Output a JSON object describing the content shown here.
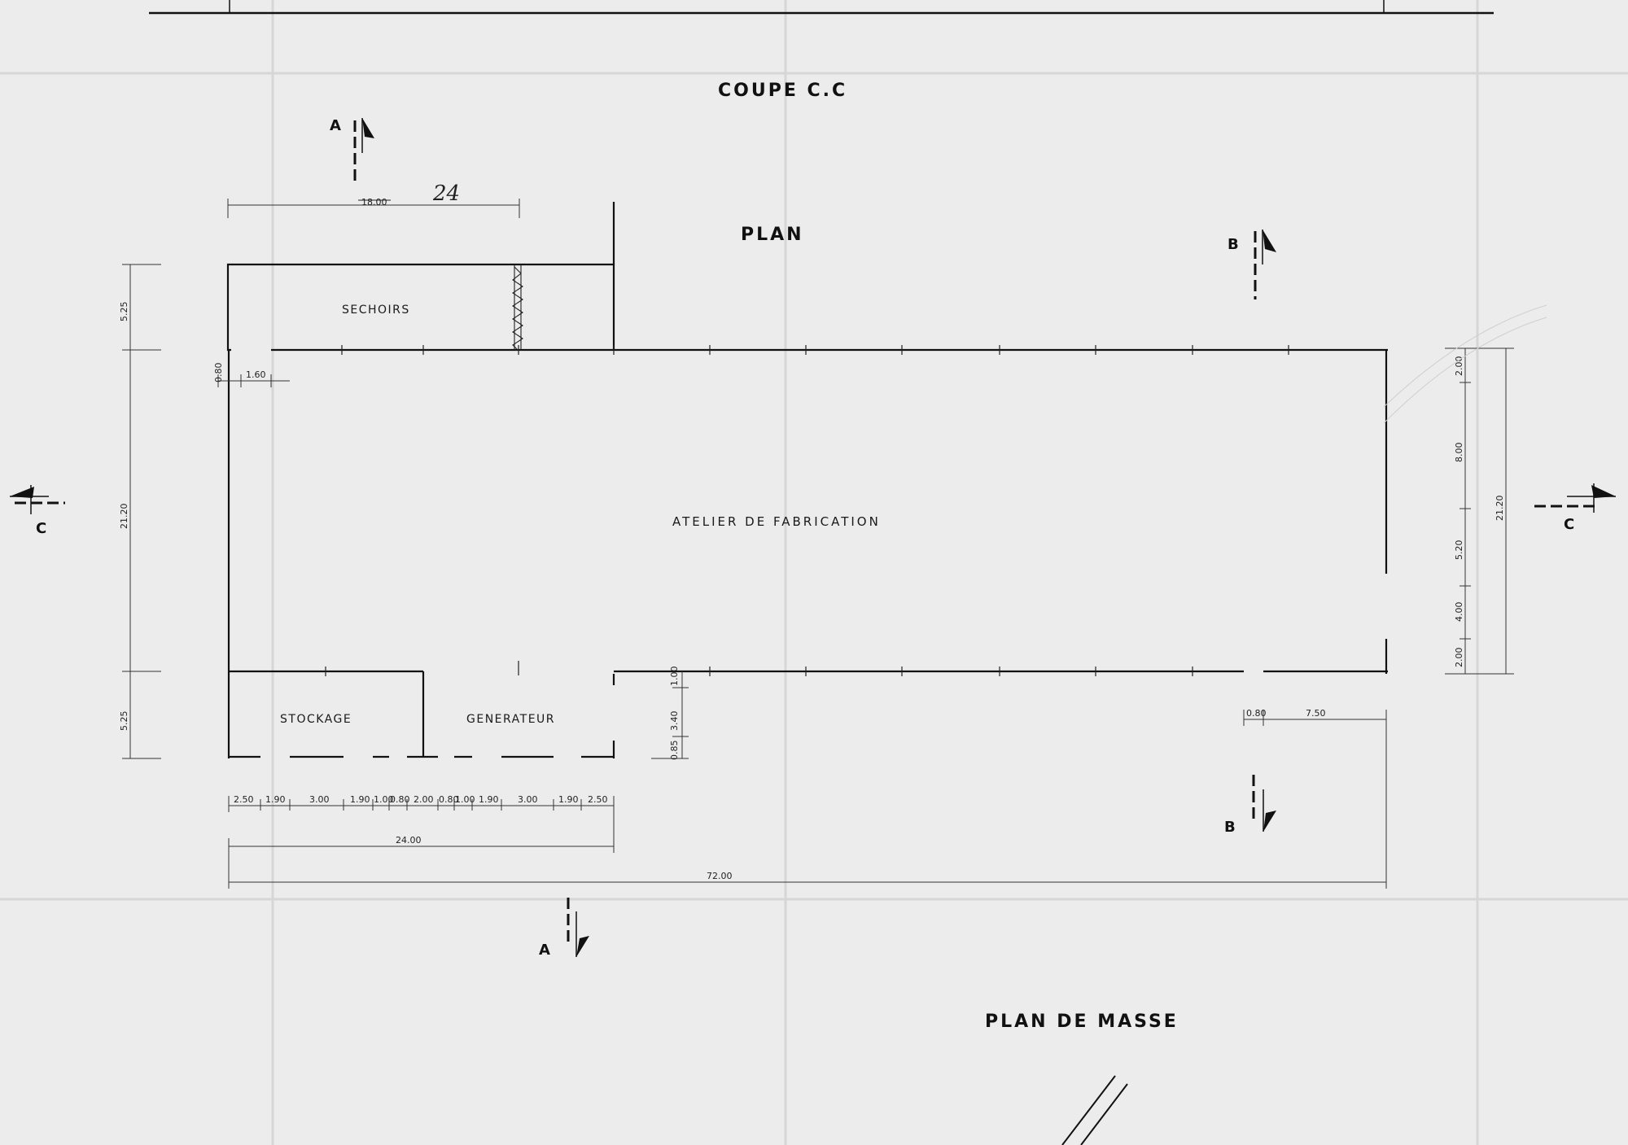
{
  "titles": {
    "coupe": "COUPE  C.C",
    "plan": "PLAN",
    "plan_masse": "PLAN   DE   MASSE"
  },
  "rooms": {
    "sechoirs": "SECHOIRS",
    "atelier": "ATELIER   DE   FABRICATION",
    "stockage": "STOCKAGE",
    "generateur": "GENERATEUR"
  },
  "section_markers": {
    "a_top": "A",
    "a_bottom": "A",
    "b_top": "B",
    "b_bottom": "B",
    "c_left": "C",
    "c_right": "C"
  },
  "dimensions": {
    "top_width_struck": "18.00",
    "top_width_handwritten": "24",
    "left_upper": "5.25",
    "left_middle": "21.20",
    "left_lower": "5.25",
    "small_080": "0.80",
    "small_160": "1.60",
    "right_200_top": "2.00",
    "right_800": "8.00",
    "right_520": "5.20",
    "right_400": "4.00",
    "right_200_bottom": "2.00",
    "right_total": "21.20",
    "door_100": "1.00",
    "door_340": "3.40",
    "door_085": "0.85",
    "opening_080": "0.80",
    "opening_750": "7.50",
    "bottom_chain": [
      "2.50",
      "1.90",
      "3.00",
      "1.90",
      "1.00",
      "0.80",
      "2.00",
      "0.80",
      "1.00",
      "1.90",
      "3.00",
      "1.90",
      "2.50"
    ],
    "bottom_24": "24.00",
    "bottom_72": "72.00"
  }
}
